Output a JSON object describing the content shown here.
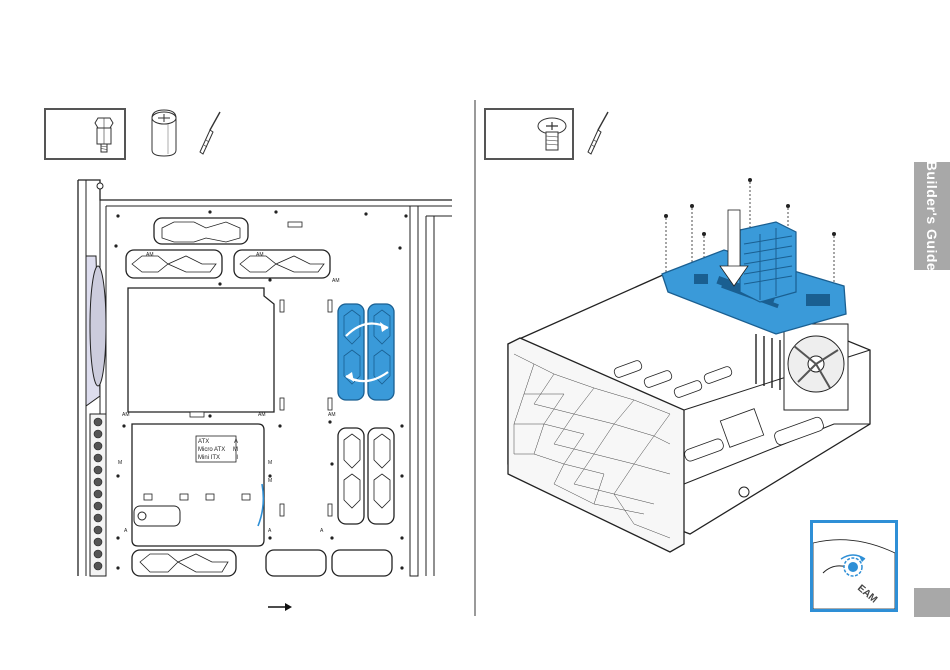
{
  "side_tab": {
    "label": "Builder's Guide"
  },
  "form_factor_legend": {
    "rows": [
      {
        "name": "ATX",
        "code": "A"
      },
      {
        "name": "Micro ATX",
        "code": "M"
      },
      {
        "name": "Mini ITX",
        "code": "I"
      }
    ]
  },
  "standoff_marks": {
    "atx": "AM",
    "standoff_atx": "A",
    "standoff_m": "M"
  },
  "inset": {
    "embossed_text": "EAM"
  },
  "colors": {
    "accent": "#2e8fd6",
    "highlight": "#3a9ad9",
    "tab_gray": "#a8a8a8"
  },
  "icons": [
    "standoff-icon",
    "standoff-socket-icon",
    "screwdriver-icon",
    "screw-icon",
    "arrow-right-icon"
  ]
}
